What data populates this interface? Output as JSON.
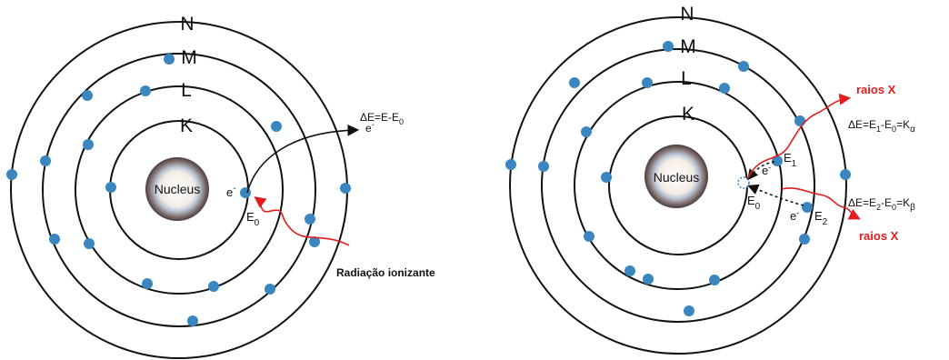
{
  "colors": {
    "orbit": "#111111",
    "electron": "#3a86c0",
    "arrow_red": "#e31c1c",
    "nucleus_outer": "#4a3c3c",
    "nucleus_inner": "#f4ece4"
  },
  "left": {
    "nucleus_label": "Nucleus",
    "shells": [
      "K",
      "L",
      "M",
      "N"
    ],
    "electron_label": "e",
    "electron_sup": "-",
    "e0_label": "E",
    "e0_sub": "0",
    "ejected_label": "e",
    "ejected_sup": "-",
    "delta_eq_main": "ΔE=E-E",
    "delta_eq_sub": "0",
    "radiation_label": "Radiação ionizante"
  },
  "right": {
    "nucleus_label": "Nucleus",
    "shells": [
      "K",
      "L",
      "M",
      "N"
    ],
    "e0_label": "E",
    "e0_sub": "0",
    "e1_label": "E",
    "e1_sub": "1",
    "e2_label": "E",
    "e2_sub": "2",
    "e_label": "e",
    "e_sup": "-",
    "xray_label_top": "raios X",
    "xray_label_bottom": "raios X",
    "k_alpha_eq": {
      "a": "ΔE=E",
      "s1": "1",
      "b": "-E",
      "s2": "0",
      "c": "=K",
      "s3": "α"
    },
    "k_beta_eq": {
      "a": "ΔE=E",
      "s1": "2",
      "b": "-E",
      "s2": "0",
      "c": "=K",
      "s3": "β"
    }
  }
}
